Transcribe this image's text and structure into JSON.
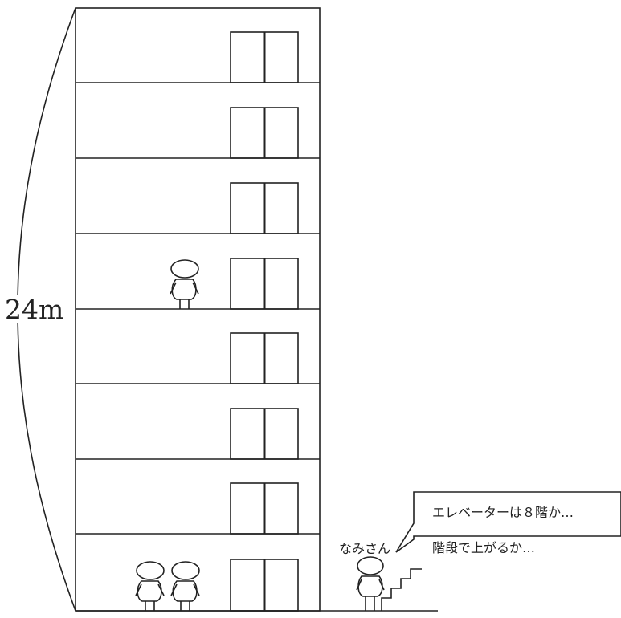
{
  "height_label": "24m",
  "character_name": "なみさん",
  "speech": {
    "line1": "エレベーターは８階か…",
    "line2": "階段で上がるか…"
  },
  "building": {
    "floors": 8
  }
}
